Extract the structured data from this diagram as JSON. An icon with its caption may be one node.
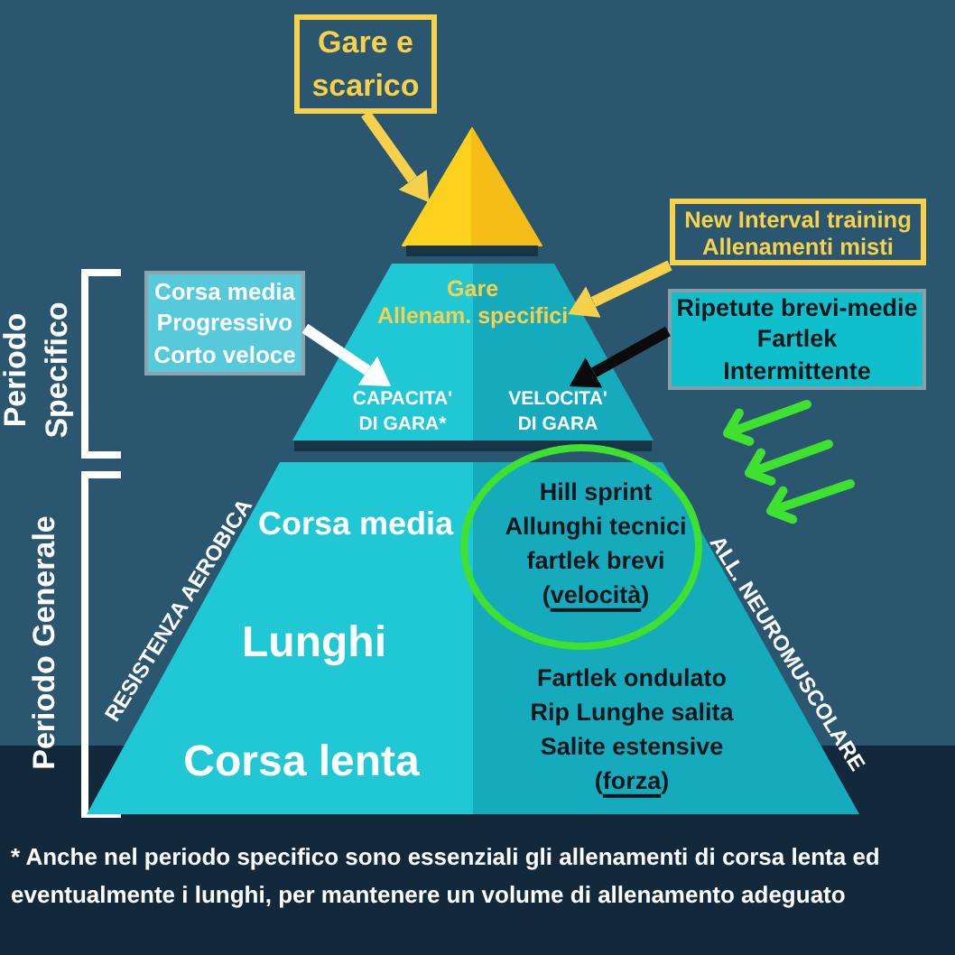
{
  "diagram": {
    "nodes": [
      {
        "text": [
          "Gare e scarico"
        ]
      },
      {
        "text": [],
        "shape": "triangle"
      },
      {
        "text": [
          "New Interval training",
          "Allenamenti misti"
        ]
      },
      {
        "text": [
          "Corsa media",
          "Progressivo",
          "Corto veloce"
        ]
      },
      {
        "text": [],
        "shape": "trapezoid"
      },
      {
        "text": [
          "Gare",
          "Allenam. specifici"
        ],
        "in": 4
      },
      {
        "text": [
          "Ripetute brevi-medie",
          "Fartlek",
          "Intermittente"
        ]
      },
      {
        "text": [
          "CAPACITA' DI GARA*"
        ],
        "in": 4
      },
      {
        "text": [
          "VELOCITA' DI GARA"
        ],
        "in": 4
      },
      {
        "text": [
          "Corsa media",
          "Lunghi",
          "Corsa lenta",
          "Fartlek ondulato",
          "Rip Lunghe salita",
          "Salite estensive",
          "(forza)"
        ]
      },
      {
        "text": [
          "Hill sprint",
          "Allunghi tecnici",
          "fartlek brevi",
          "(velocità)"
        ]
      }
    ],
    "edges": [
      {
        "from": 0,
        "to": 1,
        "arrow": "to",
        "color": "#f7d14c"
      },
      {
        "from": 2,
        "to": 5,
        "arrow": "to",
        "color": "#f7d14c"
      },
      {
        "from": 3,
        "to": 7,
        "arrow": "to",
        "color": "#ffffff"
      },
      {
        "from": 6,
        "to": 8,
        "arrow": "to",
        "color": "#0b0b0b"
      }
    ],
    "labels": [
      "Periodo Specifico",
      "Periodo Generale",
      "RESISTENZA AEROBICA",
      "ALL. NEUROMUSCOLARE"
    ],
    "caption": "* Anche nel periodo specifico sono essenziali gli allenamenti di corsa lenta ed eventualmente i lunghi, per mantenere un volume di allenamento adeguato"
  }
}
